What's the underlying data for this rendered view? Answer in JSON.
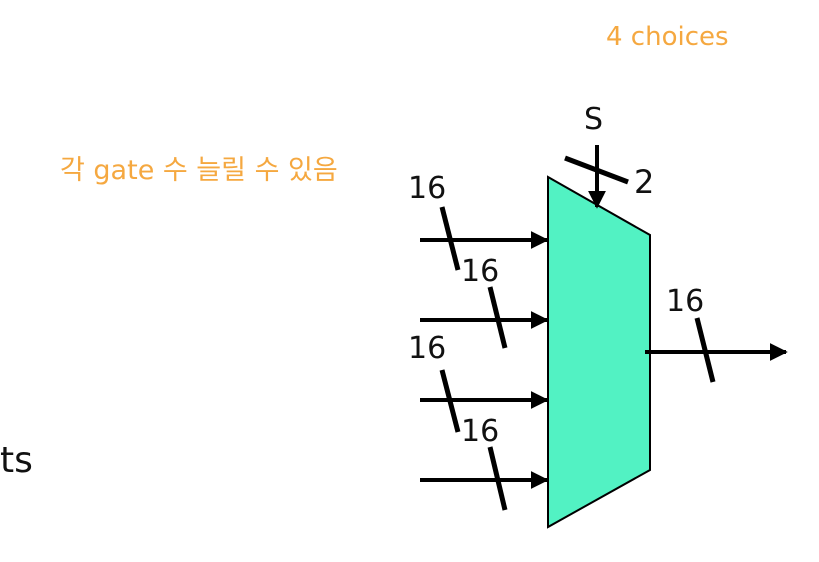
{
  "annotations": {
    "choices": "4 choices",
    "korean_note": "각 gate 수 늘릴 수 있음"
  },
  "partial_text": "ts",
  "mux": {
    "select_label": "S",
    "select_width": "2",
    "input_widths": [
      "16",
      "16",
      "16",
      "16"
    ],
    "output_width": "16",
    "fill_color": "#52f2c3",
    "annotation_color": "#f5a840"
  }
}
